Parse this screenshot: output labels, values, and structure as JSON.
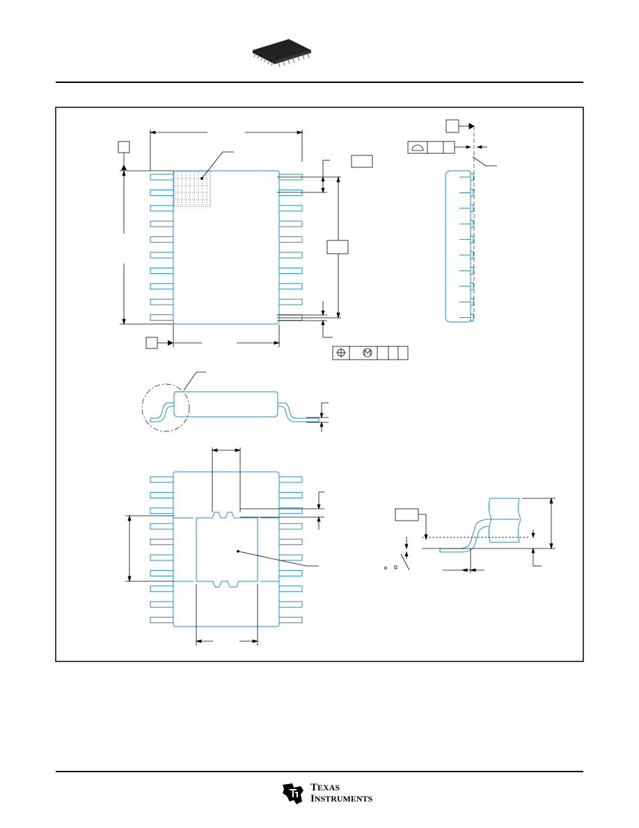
{
  "footer": {
    "brand_line1_initial": "T",
    "brand_line1_rest": "EXAS",
    "brand_line2_initial": "I",
    "brand_line2_rest": "NSTRUMENTS"
  },
  "colors": {
    "outline": "#1a8fd0",
    "ink": "#000000",
    "accent": "#000000"
  },
  "icons": [
    "ic-package-icon",
    "ti-logo-icon",
    "position-tolerance-icon",
    "profile-tolerance-icon",
    "max-material-icon"
  ]
}
